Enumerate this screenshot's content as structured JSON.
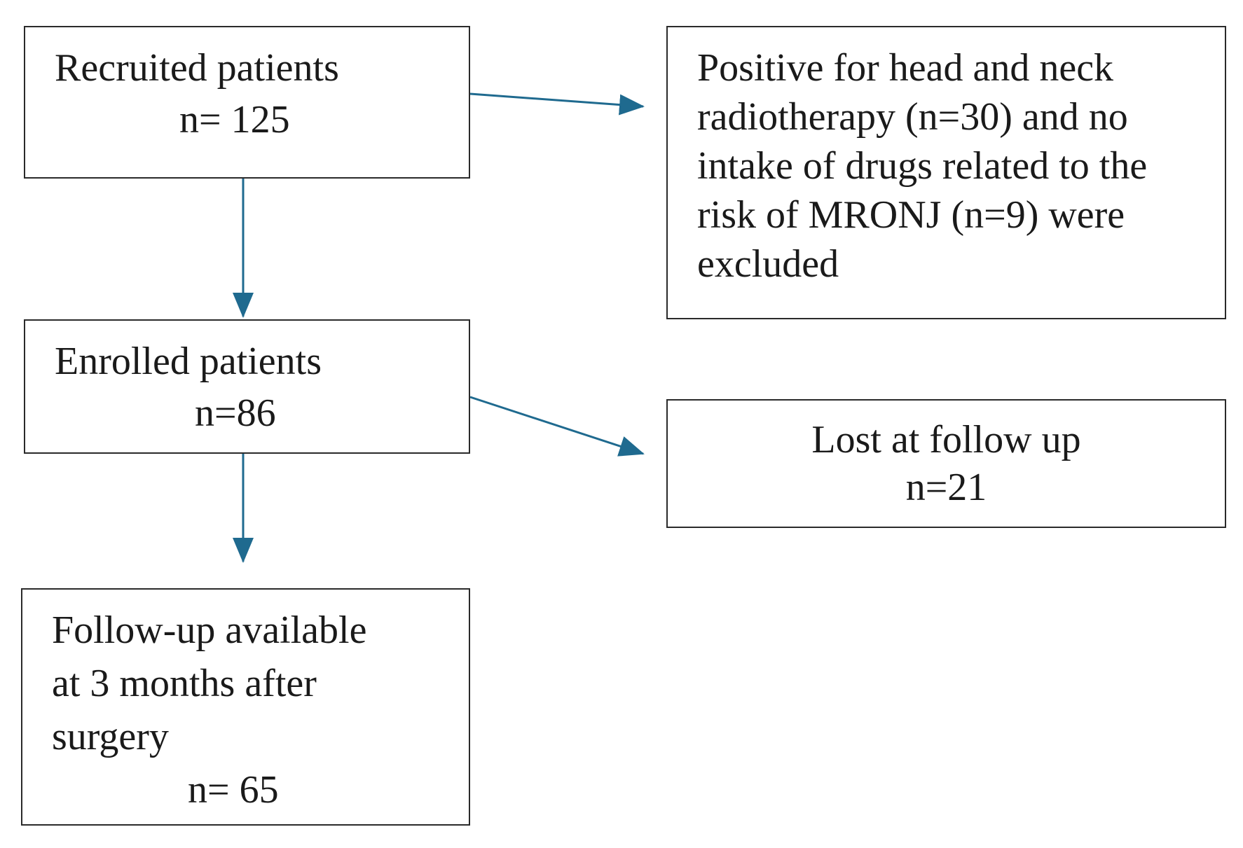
{
  "flowchart": {
    "recruited": {
      "title": "Recruited patients",
      "count": "n= 125"
    },
    "excluded": {
      "lines": [
        "Positive for head and neck",
        "radiotherapy (n=30) and no",
        "intake of drugs related to the",
        "risk of MRONJ (n=9) were",
        "excluded"
      ]
    },
    "enrolled": {
      "title": "Enrolled patients",
      "count": "n=86"
    },
    "lost": {
      "title": "Lost at follow up",
      "count": "n=21"
    },
    "followup": {
      "lines": [
        "Follow-up available",
        "at 3 months after",
        "surgery"
      ],
      "count": "n= 65"
    }
  },
  "colors": {
    "arrow": "#1f6a8f",
    "box_border": "#2a2a2a",
    "text": "#1a1a1a"
  }
}
